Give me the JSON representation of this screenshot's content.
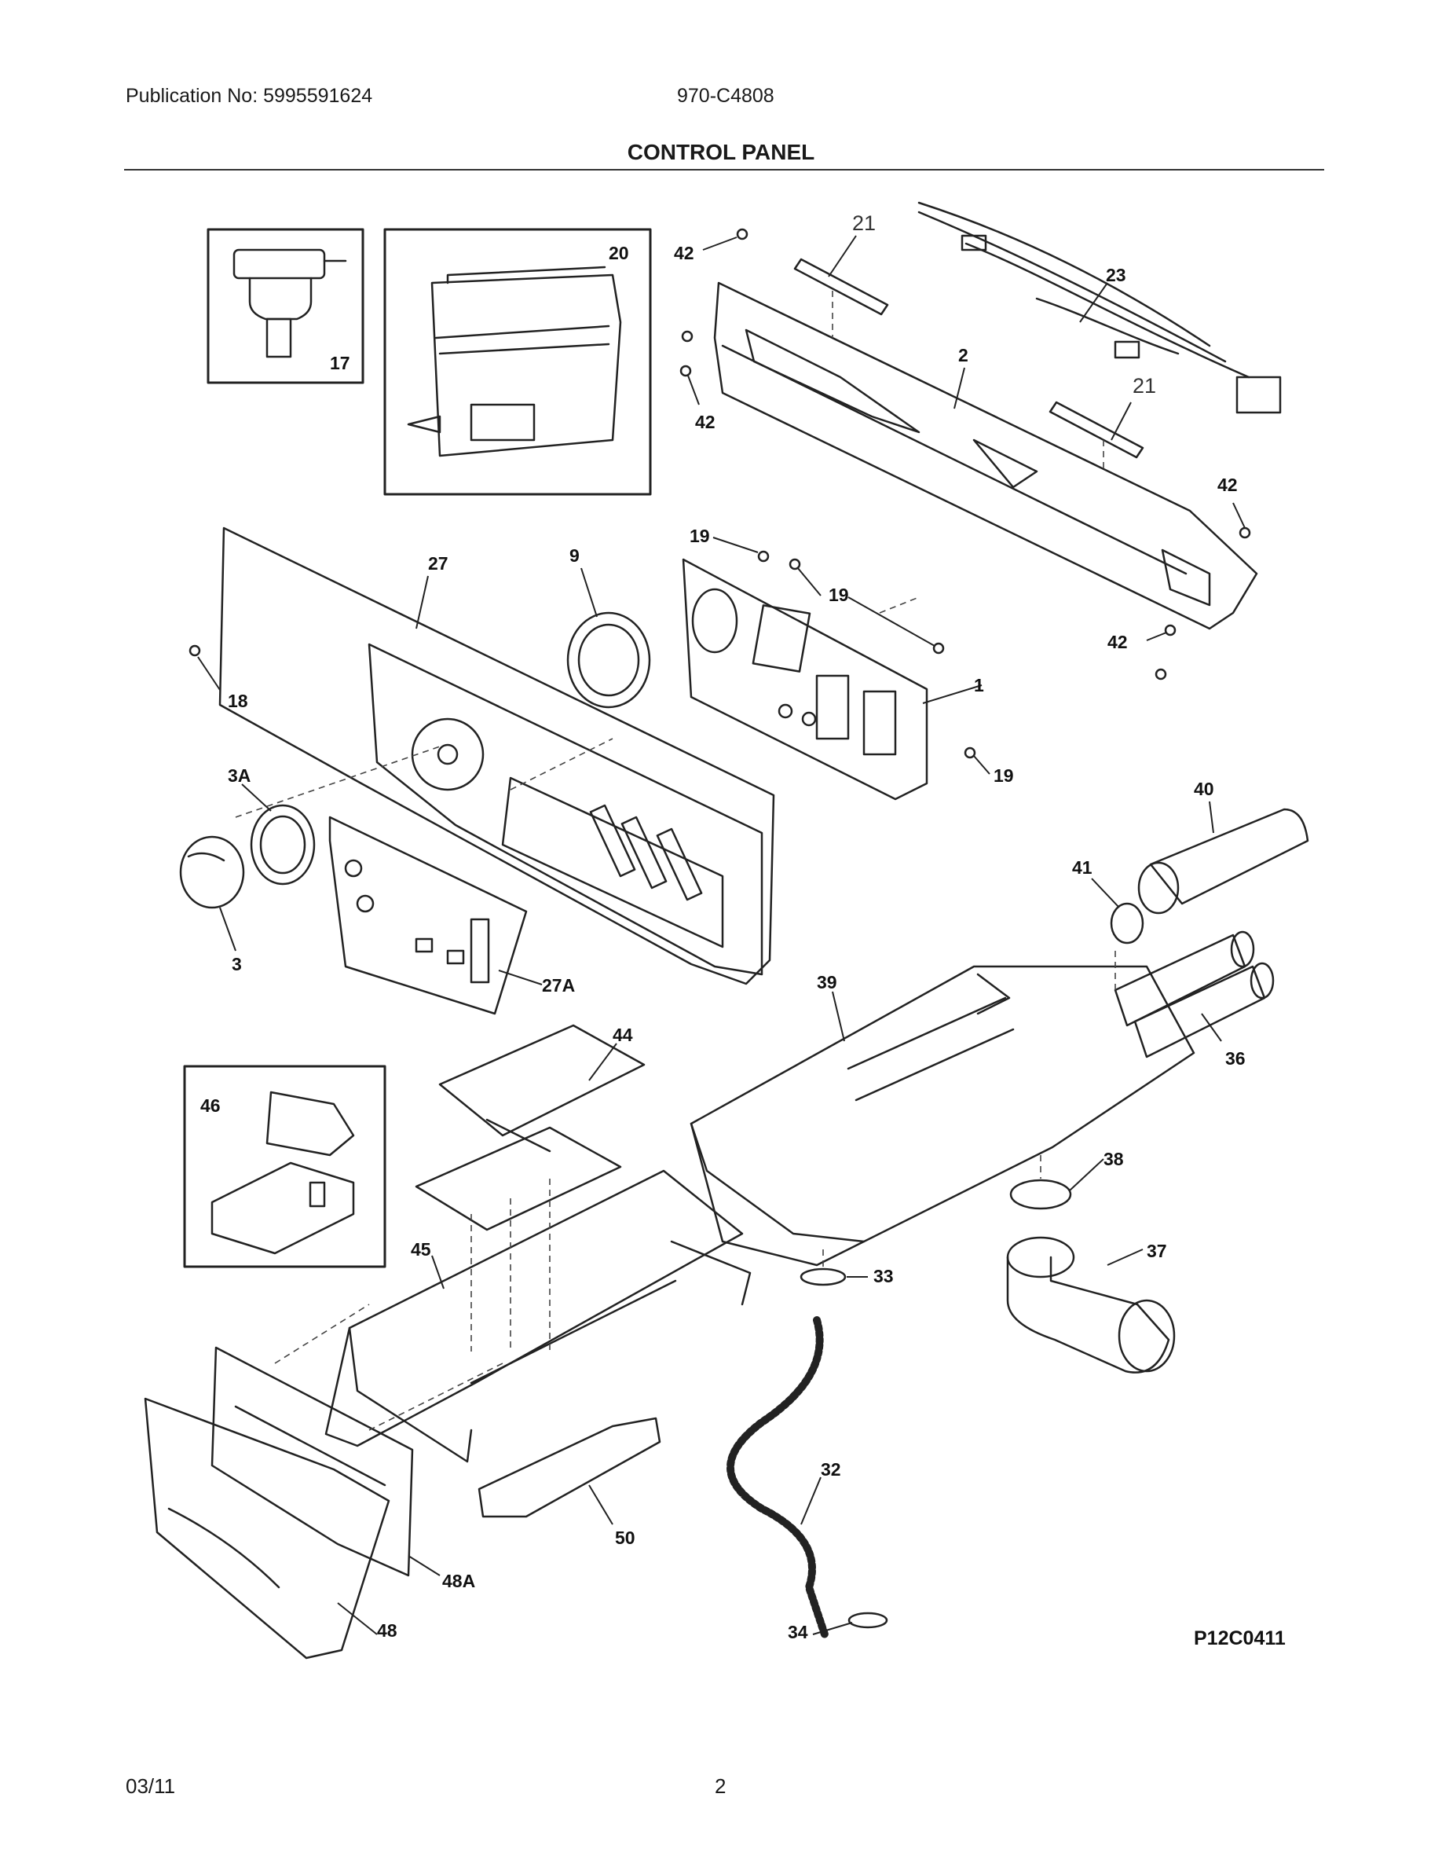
{
  "header": {
    "publication": "Publication No: 5995591624",
    "model": "970-C4808",
    "title": "CONTROL PANEL"
  },
  "diagram_code": "P12C0411",
  "footer": {
    "date": "03/11",
    "page": "2"
  },
  "callouts": {
    "c17": "17",
    "c20": "20",
    "c42a": "42",
    "c42b": "42",
    "c42c": "42",
    "c42d": "42",
    "c21a": "21",
    "c21b": "21",
    "c23": "23",
    "c2": "2",
    "c27": "27",
    "c9": "9",
    "c19a": "19",
    "c19b": "19",
    "c19c": "19",
    "c1": "1",
    "c18": "18",
    "c3A": "3A",
    "c3": "3",
    "c27A": "27A",
    "c40": "40",
    "c41": "41",
    "c39": "39",
    "c36": "36",
    "c44": "44",
    "c46": "46",
    "c45": "45",
    "c38": "38",
    "c37": "37",
    "c33": "33",
    "c32": "32",
    "c50": "50",
    "c48A": "48A",
    "c48": "48",
    "c34": "34"
  }
}
